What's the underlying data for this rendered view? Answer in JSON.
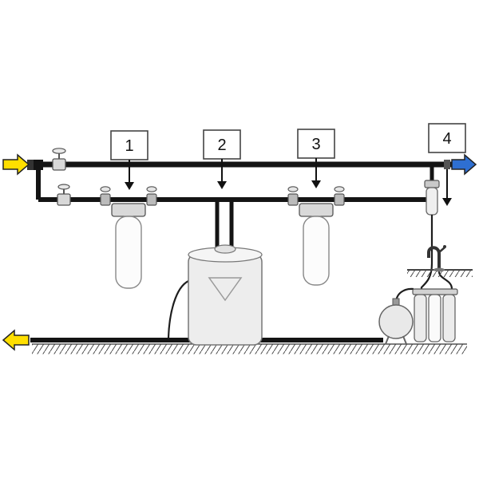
{
  "diagram": {
    "name": "whole-house-water-treatment-plumbing-diagram",
    "step_labels": [
      "1",
      "2",
      "3",
      "4"
    ],
    "flow_arrows": {
      "inlet": {
        "color": "#ffdf00",
        "direction": "right"
      },
      "outlet": {
        "color": "#2e6fd1",
        "direction": "right"
      },
      "drain": {
        "color": "#ffdf00",
        "direction": "left"
      }
    },
    "colors": {
      "pipe": "#141414",
      "component_fill": "#ededed",
      "component_stroke": "#666666",
      "ground_hatch": "#444444"
    },
    "components": [
      "inlet-shutoff-valve",
      "bypass-valve",
      "sediment-prefilter",
      "water-softener-tank",
      "carbon-filter",
      "inline-postfilter",
      "reverse-osmosis-unit",
      "pressure-tank",
      "drinking-water-faucet"
    ]
  }
}
